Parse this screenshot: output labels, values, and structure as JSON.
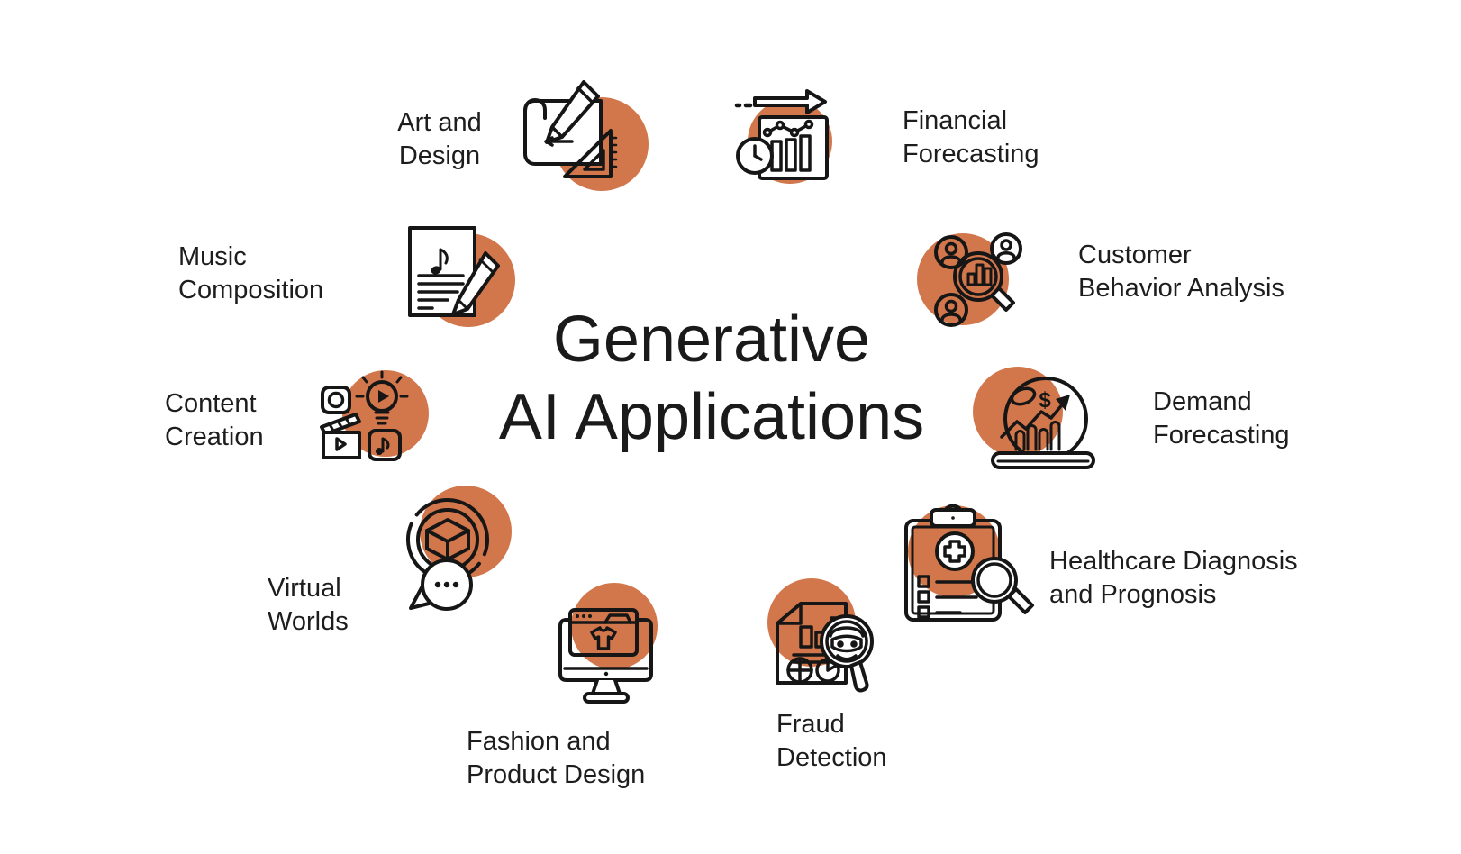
{
  "title": {
    "lines": [
      "Generative",
      "AI Applications"
    ]
  },
  "accent_color": "#D2764B",
  "line_color": "#161616",
  "background_color": "#ffffff",
  "items": [
    {
      "name": "art-and-design",
      "icon": "art-design-icon",
      "lines": [
        "Art and",
        "Design"
      ]
    },
    {
      "name": "financial-forecasting",
      "icon": "financial-forecasting-icon",
      "lines": [
        "Financial",
        "Forecasting"
      ]
    },
    {
      "name": "music-composition",
      "icon": "music-composition-icon",
      "lines": [
        "Music",
        "Composition"
      ]
    },
    {
      "name": "customer-behavior-analysis",
      "icon": "customer-behavior-icon",
      "lines": [
        "Customer",
        "Behavior Analysis"
      ]
    },
    {
      "name": "content-creation",
      "icon": "content-creation-icon",
      "lines": [
        "Content",
        "Creation"
      ]
    },
    {
      "name": "demand-forecasting",
      "icon": "demand-forecasting-icon",
      "lines": [
        "Demand",
        "Forecasting"
      ]
    },
    {
      "name": "virtual-worlds",
      "icon": "virtual-worlds-icon",
      "lines": [
        "Virtual",
        "Worlds"
      ]
    },
    {
      "name": "healthcare-diagnosis-prognosis",
      "icon": "healthcare-diagnosis-icon",
      "lines": [
        "Healthcare Diagnosis",
        "and Prognosis"
      ]
    },
    {
      "name": "fashion-product-design",
      "icon": "fashion-product-design-icon",
      "lines": [
        "Fashion and",
        "Product Design"
      ]
    },
    {
      "name": "fraud-detection",
      "icon": "fraud-detection-icon",
      "lines": [
        "Fraud",
        "Detection"
      ]
    }
  ]
}
